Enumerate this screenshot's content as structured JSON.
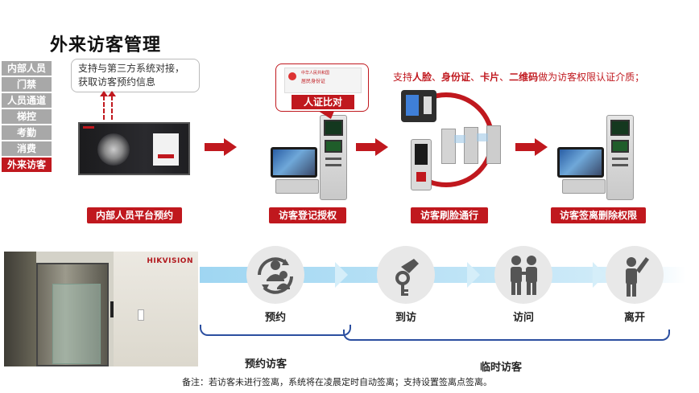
{
  "title": "外来访客管理",
  "nav": [
    "内部人员",
    "门禁",
    "人员通道",
    "梯控",
    "考勤",
    "消费",
    "外来访客"
  ],
  "nav_active_index": 6,
  "callout_text": [
    "支持与第三方系统对接，",
    "获取访客预约信息"
  ],
  "id_check_label": "人证比对",
  "id_card_text": [
    "中华人民共和国",
    "居民身份证"
  ],
  "support": {
    "prefix": "支持",
    "items": [
      "人脸",
      "身份证",
      "卡片",
      "二维码"
    ],
    "separators": [
      "、",
      "、",
      "、"
    ],
    "suffix": "做为访客权限认证介质；"
  },
  "flow_labels": [
    "内部人员平台预约",
    "访客登记授权",
    "访客刷脸通行",
    "访客签离删除权限"
  ],
  "photo_logo": "HIKVISION",
  "stages": [
    {
      "label": "预约",
      "icon": "appointment-cycle-icon"
    },
    {
      "label": "到访",
      "icon": "key-hand-icon"
    },
    {
      "label": "访问",
      "icon": "two-people-icon"
    },
    {
      "label": "离开",
      "icon": "person-waving-icon"
    }
  ],
  "groups": [
    "预约访客",
    "临时访客"
  ],
  "note": "备注：若访客未进行签离，系统将在凌晨定时自动签离；支持设置签离点签离。",
  "colors": {
    "accent": "#c0181e",
    "nav_inactive": "#a8a8a8",
    "band": "#9fd6f2",
    "bracket": "#2c4fa0"
  }
}
